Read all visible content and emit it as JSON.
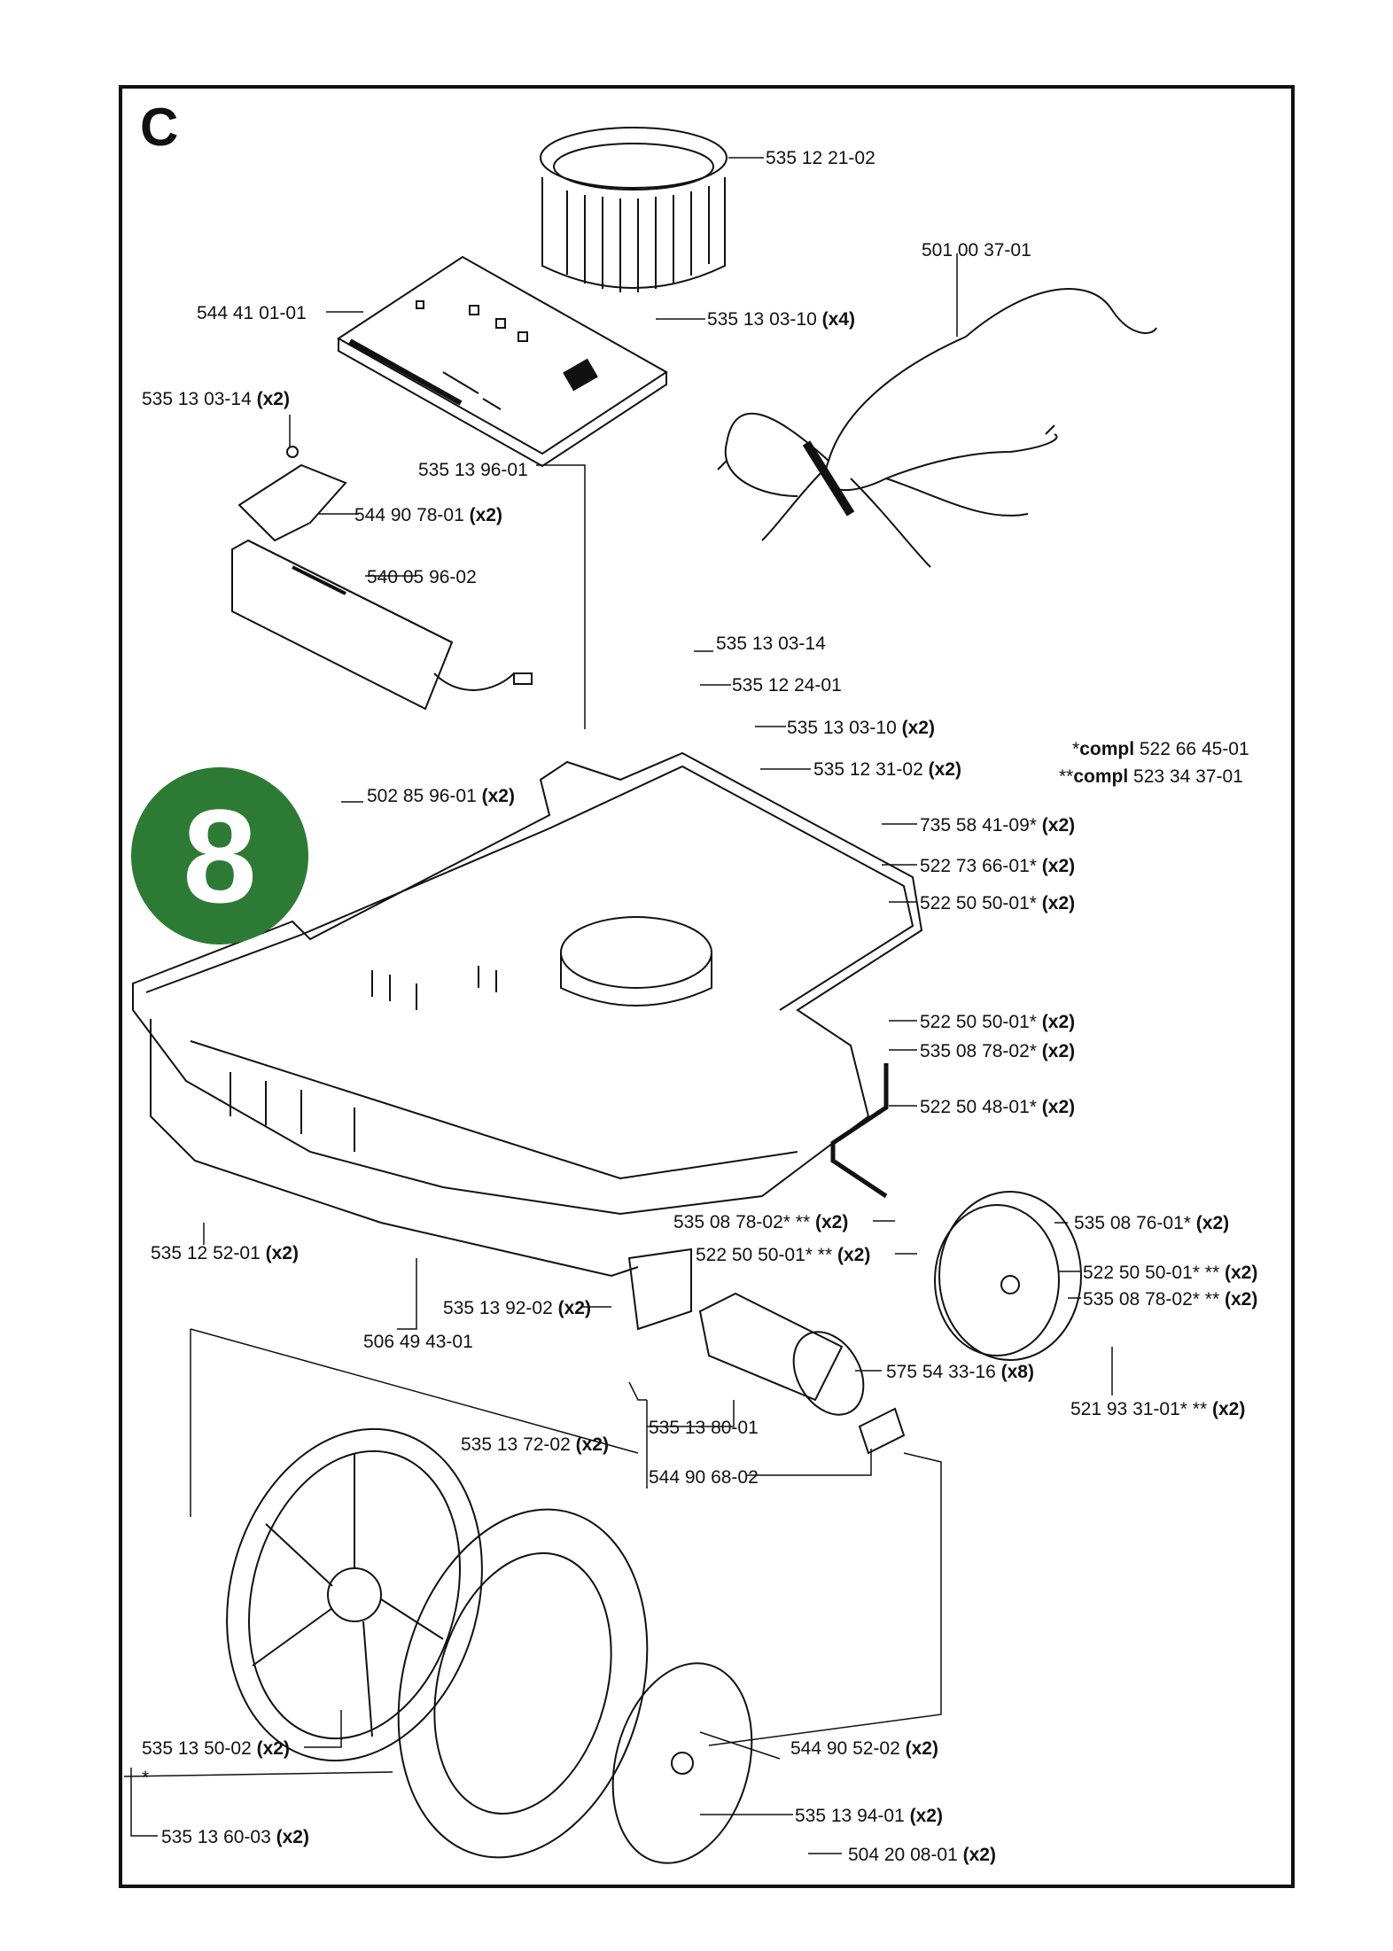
{
  "section": "C",
  "badge": "8",
  "legend": [
    {
      "mark": "*",
      "word": "compl",
      "part": "522 66 45-01"
    },
    {
      "mark": "**",
      "word": "compl",
      "part": "523 34 37-01"
    }
  ],
  "labels": [
    {
      "part": "535 12 21-02",
      "qty": ""
    },
    {
      "part": "501 00 37-01",
      "qty": ""
    },
    {
      "part": "544 41 01-01",
      "qty": ""
    },
    {
      "part": "535 13 03-10",
      "qty": "(x4)"
    },
    {
      "part": "535 13 03-14",
      "qty": "(x2)"
    },
    {
      "part": "535 13 96-01",
      "qty": ""
    },
    {
      "part": "544 90 78-01",
      "qty": "(x2)"
    },
    {
      "part": "540 05 96-02",
      "qty": ""
    },
    {
      "part": "535 13 03-14",
      "qty": ""
    },
    {
      "part": "535 12 24-01",
      "qty": ""
    },
    {
      "part": "535 13 03-10",
      "qty": "(x2)"
    },
    {
      "part": "535 12 31-02",
      "qty": "(x2)"
    },
    {
      "part": "502 85 96-01",
      "qty": "(x2)"
    },
    {
      "part": "735 58 41-09*",
      "qty": "(x2)"
    },
    {
      "part": "522 73 66-01*",
      "qty": "(x2)"
    },
    {
      "part": "522 50 50-01*",
      "qty": "(x2)"
    },
    {
      "part": "522 50 50-01*",
      "qty": "(x2)"
    },
    {
      "part": "535 08 78-02*",
      "qty": "(x2)"
    },
    {
      "part": "522 50 48-01*",
      "qty": "(x2)"
    },
    {
      "part": "535 08 78-02* **",
      "qty": "(x2)"
    },
    {
      "part": "535 08 76-01*",
      "qty": "(x2)"
    },
    {
      "part": "522 50 50-01* **",
      "qty": "(x2)"
    },
    {
      "part": "522 50 50-01* **",
      "qty": "(x2)"
    },
    {
      "part": "535 08 78-02* **",
      "qty": "(x2)"
    },
    {
      "part": "535 12 52-01",
      "qty": "(x2)"
    },
    {
      "part": "535 13 92-02",
      "qty": "(x2)"
    },
    {
      "part": "506 49 43-01",
      "qty": ""
    },
    {
      "part": "575 54 33-16",
      "qty": "(x8)"
    },
    {
      "part": "521 93 31-01* **",
      "qty": "(x2)"
    },
    {
      "part": "535 13 72-02",
      "qty": "(x2)"
    },
    {
      "part": "535 13 80-01",
      "qty": ""
    },
    {
      "part": "544 90 68-02",
      "qty": ""
    },
    {
      "part": "535 13 50-02",
      "qty": "(x2)"
    },
    {
      "part": "*",
      "qty": ""
    },
    {
      "part": "544 90 52-02",
      "qty": "(x2)"
    },
    {
      "part": "535 13 60-03",
      "qty": "(x2)"
    },
    {
      "part": "535 13 94-01",
      "qty": "(x2)"
    },
    {
      "part": "504 20 08-01",
      "qty": "(x2)"
    }
  ]
}
